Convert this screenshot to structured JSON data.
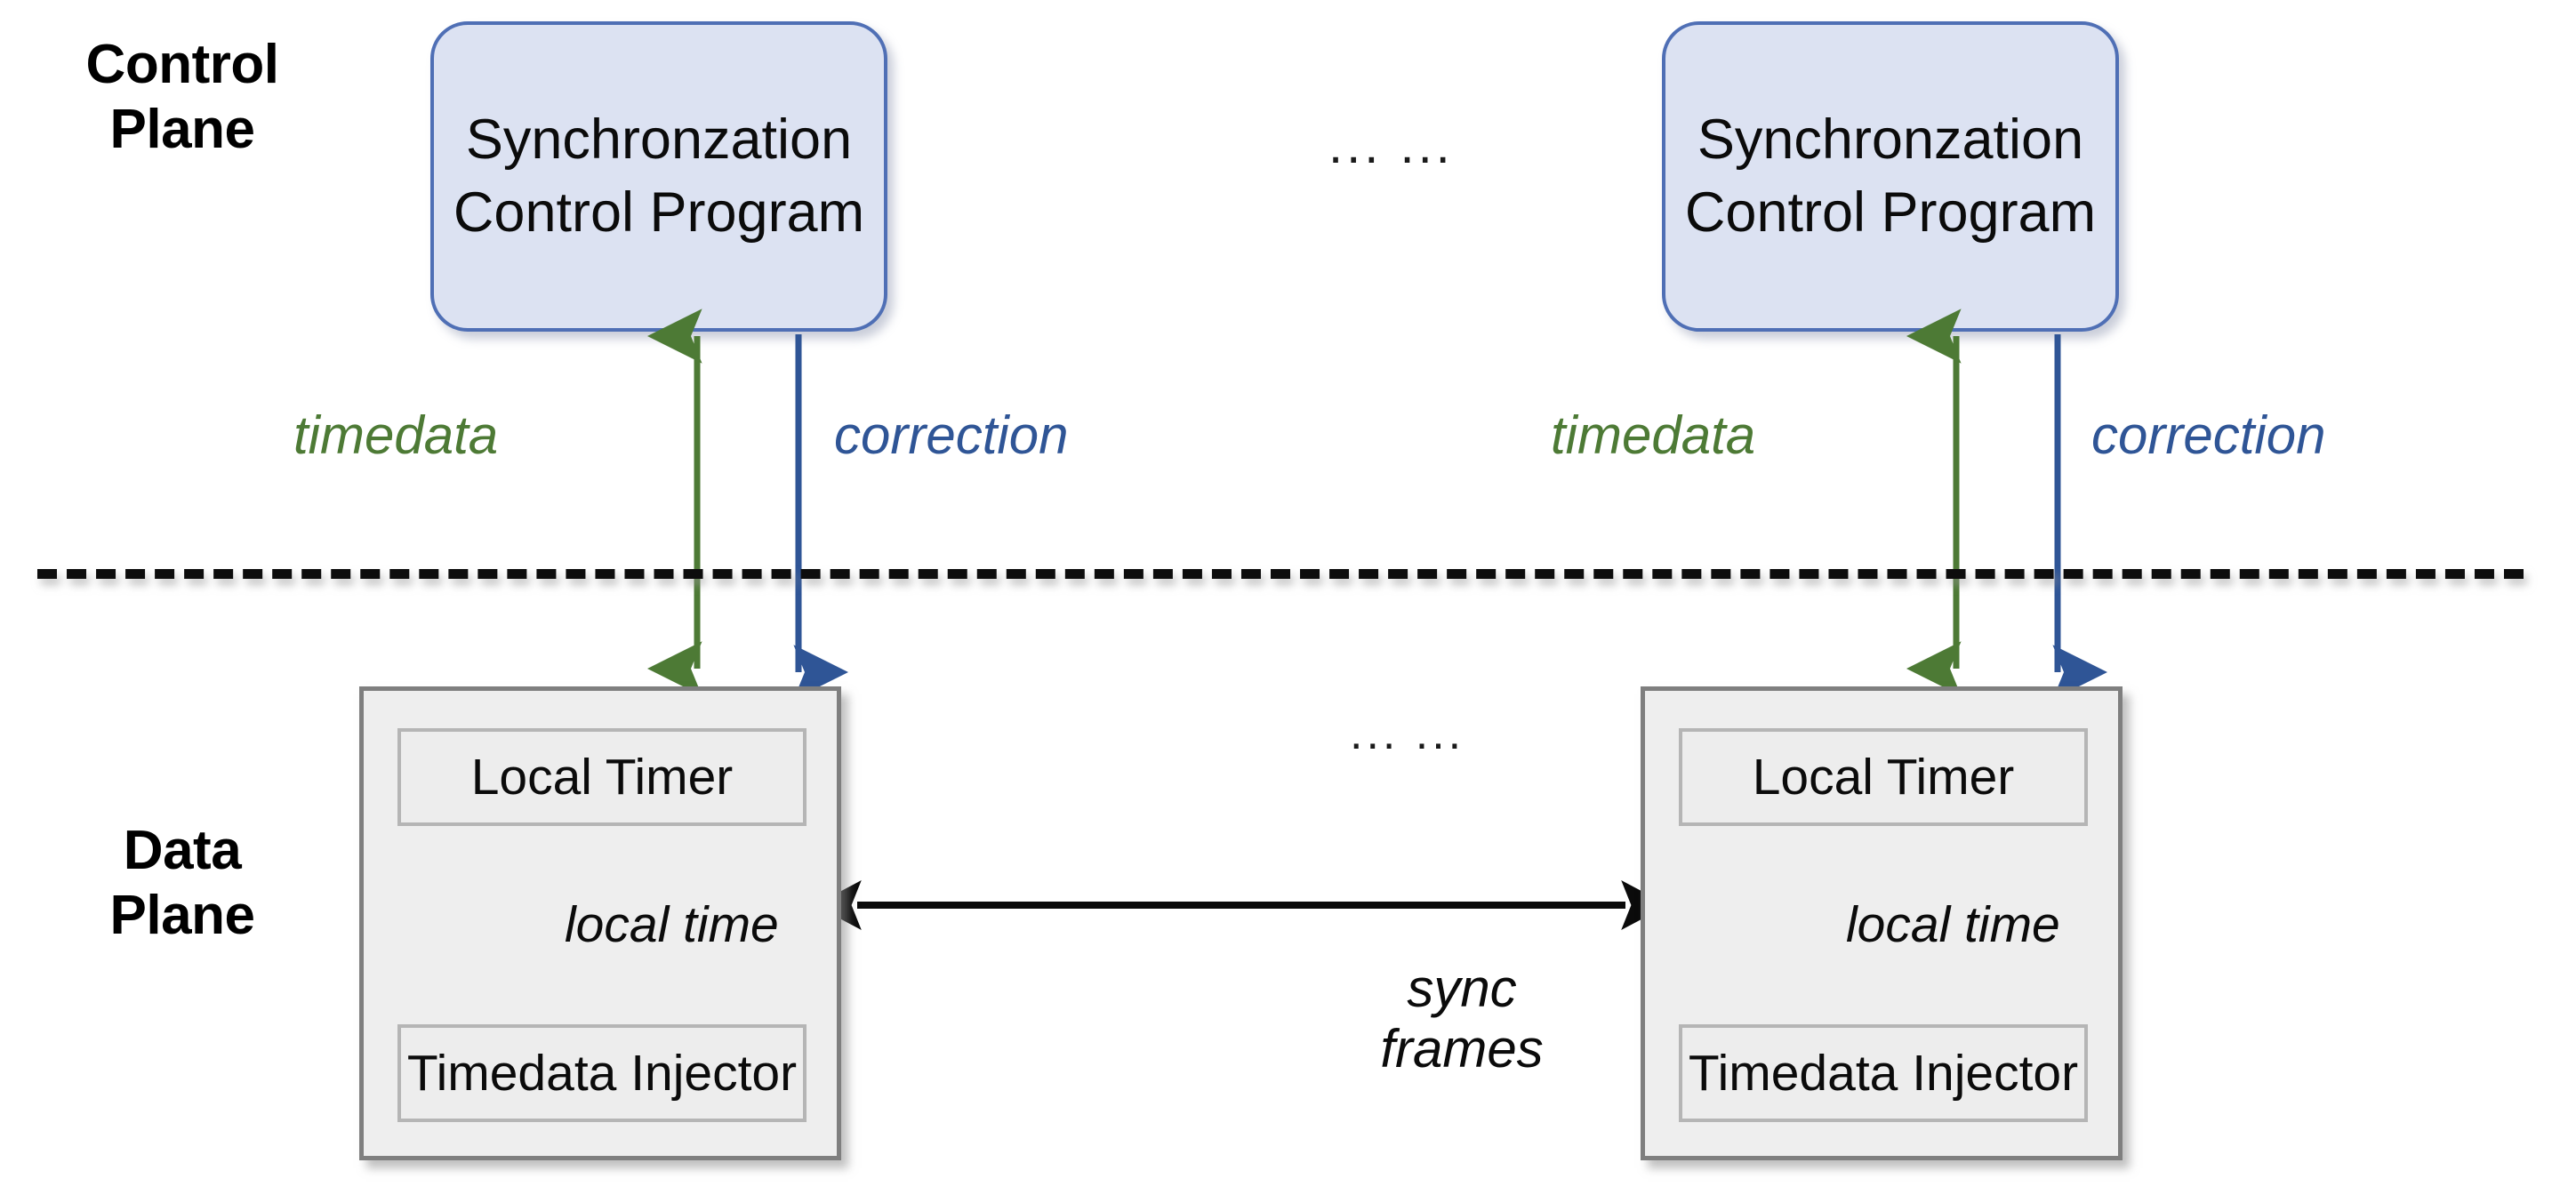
{
  "diagram": {
    "title_planes": {
      "control": {
        "line1": "Control",
        "line2": "Plane"
      },
      "data": {
        "line1": "Data",
        "line2": "Plane"
      }
    },
    "control_plane": {
      "nodes": [
        {
          "id": "scp-left",
          "line1": "Synchronzation",
          "line2": "Control Program"
        },
        {
          "id": "scp-right",
          "line1": "Synchronzation",
          "line2": "Control Program"
        }
      ],
      "ellipsis": "... ..."
    },
    "data_plane": {
      "nodes": [
        {
          "id": "device-left",
          "timer": "Local Timer",
          "injector": "Timedata Injector",
          "internal_edge": "local time"
        },
        {
          "id": "device-right",
          "timer": "Local Timer",
          "injector": "Timedata Injector",
          "internal_edge": "local time"
        }
      ],
      "ellipsis": "... ...",
      "interconnect": {
        "line1": "sync",
        "line2": "frames"
      }
    },
    "edges": [
      {
        "id": "timedata-left",
        "label": "timedata",
        "color": "#4d7a35",
        "direction": "bidirectional",
        "from": "device-left",
        "to": "scp-left"
      },
      {
        "id": "correction-left",
        "label": "correction",
        "color": "#2f5596",
        "direction": "down",
        "from": "scp-left",
        "to": "device-left"
      },
      {
        "id": "timedata-right",
        "label": "timedata",
        "color": "#4d7a35",
        "direction": "bidirectional",
        "from": "device-right",
        "to": "scp-right"
      },
      {
        "id": "correction-right",
        "label": "correction",
        "color": "#2f5596",
        "direction": "down",
        "from": "scp-right",
        "to": "device-right"
      },
      {
        "id": "sync-frames",
        "label": "sync frames",
        "color": "#000000",
        "direction": "bidirectional",
        "from": "device-left",
        "to": "device-right"
      }
    ],
    "colors": {
      "control_box_fill": "#dce2f2",
      "control_box_border": "#4f6fb5",
      "data_box_fill": "#eeeeee",
      "data_box_border": "#7f7f7f",
      "inner_box_border": "#b5b5b5",
      "timedata_green": "#4d7a35",
      "correction_blue": "#2f5596",
      "divider": "#0d0d0d"
    }
  }
}
